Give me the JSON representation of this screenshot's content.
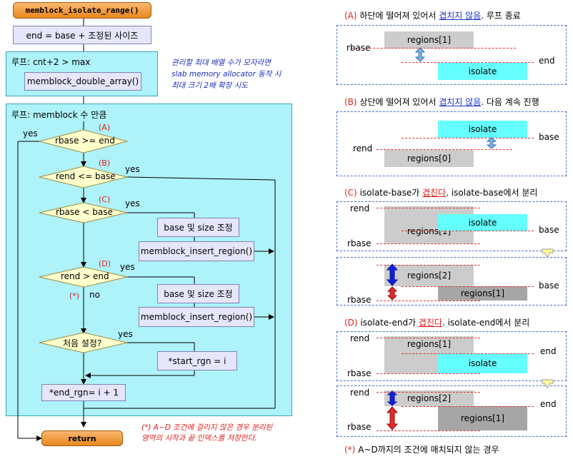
{
  "flow": {
    "start": "memblock_isolate_range()",
    "init": "end = base + 조정된 사이즈",
    "loop1_title": "루프: cnt+2 > max",
    "double_array": "memblock_double_array()",
    "note1": [
      "관리할 최대 배열 수가 모자라면",
      "slab memory allocator 동작 시",
      "최대 크기 2배 확장 시도"
    ],
    "loop2_title": "루프: memblock 수 만큼",
    "d_a": "rbase >= end",
    "d_b": "rend <= base",
    "d_c": "rbase < base",
    "d_d": "rend > end",
    "d_first": "처음 설정?",
    "tag_a": "(A)",
    "tag_b": "(B)",
    "tag_c": "(C)",
    "tag_d": "(D)",
    "tag_star": "(*)",
    "yes": "yes",
    "no": "no",
    "adjust_c": "base 및 size 조정",
    "insert_c": "memblock_insert_region()",
    "adjust_d": "base 및 size 조정",
    "insert_d": "memblock_insert_region()",
    "start_rgn": "*start_rgn = i",
    "end_rgn": "*end_rgn= i + 1",
    "ret": "return",
    "note2": [
      "(*) A~D 조건에 걸리지 않은 경우 분리된",
      "영역의 시작과 끝 인덱스를 저장한다."
    ]
  },
  "cases": {
    "a": {
      "tag": "(A)",
      "pre": " 하단에 떨어져 있어서 ",
      "link": "겹치지 않음",
      "post": ". 루프 종료"
    },
    "b": {
      "tag": "(B)",
      "pre": " 상단에 떨어져 있어서 ",
      "link": "겹치지 않음",
      "post": ". 다음 계속 진행"
    },
    "c": {
      "tag": "(C)",
      "pre": " isolate-base가 ",
      "link": "겹친다",
      "post": ". isolate-base에서 분리"
    },
    "d": {
      "tag": "(D)",
      "pre": " isolate-end가 ",
      "link": "겹친다",
      "post": ". isolate-end에서 분리"
    },
    "star": {
      "tag": "(*)",
      "text": " A~D까지의 조건에 매치되지 않는 경우"
    }
  },
  "labels": {
    "regions1": "regions[1]",
    "regions0": "regions[0]",
    "regions2": "regions[2]",
    "isolate": "isolate",
    "rbase": "rbase",
    "rend": "rend",
    "end": "end",
    "base": "base"
  },
  "colors": {
    "isolate": "#66ffff",
    "region": "#cccccc",
    "region_dark": "#a6a6a6",
    "red": "#e0201c",
    "blue": "#1b35c8"
  }
}
